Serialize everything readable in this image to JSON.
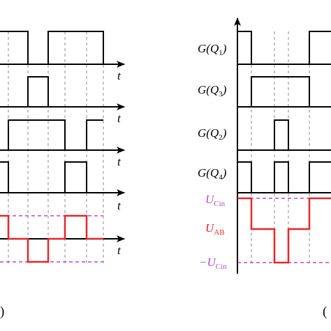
{
  "figure": {
    "colors": {
      "signal": "#000000",
      "output": "#e8262a",
      "level": "#b44cc8",
      "grid": "#888888"
    },
    "left_panel": {
      "time_label": "t",
      "caption": ")"
    },
    "right_panel": {
      "labels": {
        "q1": {
          "func": "G(",
          "var": "Q",
          "sub": "1",
          "close": ")"
        },
        "q3": {
          "func": "G(",
          "var": "Q",
          "sub": "3",
          "close": ")"
        },
        "q2": {
          "func": "G(",
          "var": "Q",
          "sub": "2",
          "close": ")"
        },
        "q4": {
          "func": "G(",
          "var": "Q",
          "sub": "4",
          "close": ")"
        },
        "ucin": {
          "var": "U",
          "sub": "Cin"
        },
        "uab": {
          "var": "U",
          "sub": "AB"
        },
        "neg_ucin": {
          "sign": "−",
          "var": "U",
          "sub": "Cin"
        }
      },
      "caption": "("
    }
  }
}
